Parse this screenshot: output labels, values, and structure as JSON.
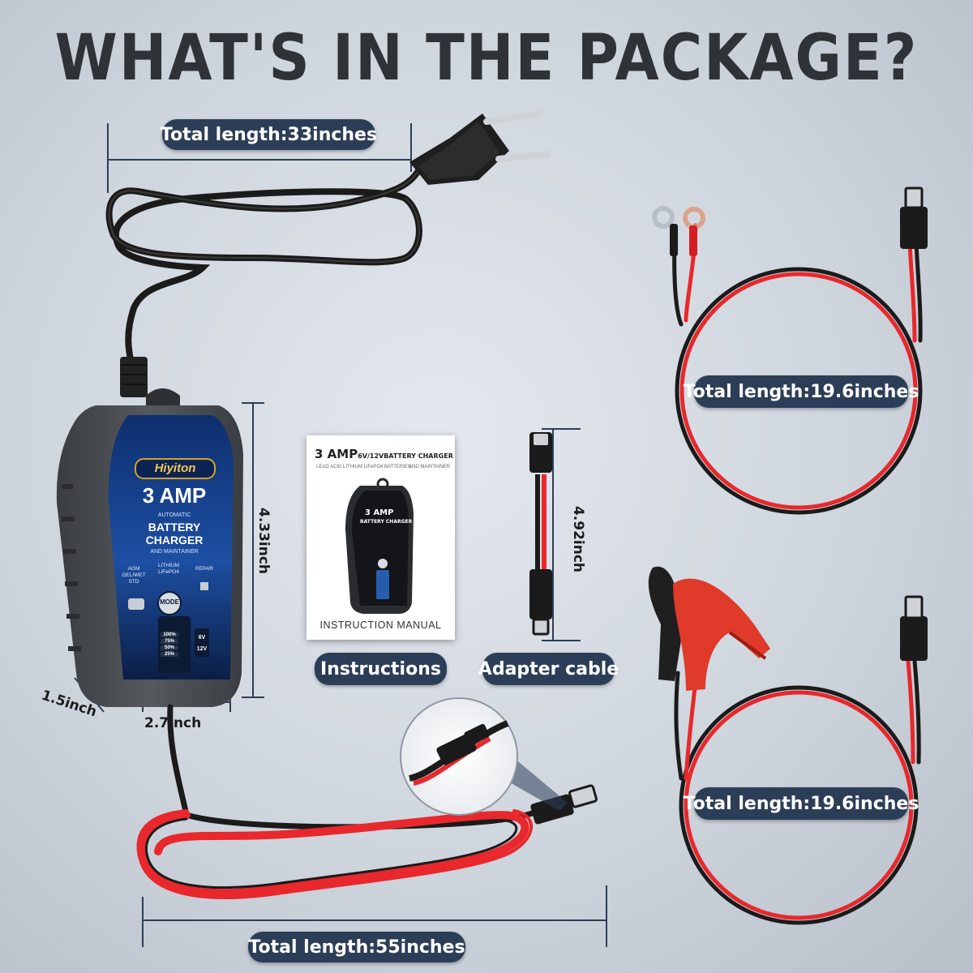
{
  "headline": "WHAT'S IN THE PACKAGE?",
  "labels": {
    "plug_cable_length": "Total length:33inches",
    "output_cable_length": "Total length:55inches",
    "ring_cable_length": "Total length:19.6inches",
    "clamp_cable_length": "Total length:19.6inches",
    "instructions": "Instructions",
    "adapter_cable": "Adapter cable"
  },
  "dimensions": {
    "charger_height": "4.33inch",
    "charger_width": "2.7inch",
    "charger_depth": "1.5inch",
    "adapter_length": "4.92inch"
  },
  "charger_face": {
    "brand": "Hiyiton",
    "amp": "3 AMP",
    "automatic": "AUTOMATIC",
    "line1": "BATTERY",
    "line2": "CHARGER",
    "maintainer": "AND MAINTAINER",
    "mode_std": "AGM\nGEL/WET\nSTD",
    "mode_lithium": "LITHIUM\nLiFePO4",
    "mode_repair": "REPAIR",
    "mode_button": "MODE",
    "levels": [
      "100%",
      "75%",
      "50%",
      "25%"
    ],
    "voltages": [
      "6V",
      "12V"
    ]
  },
  "manual": {
    "title_big": "3 AMP",
    "title_small": "6V/12VBATTERY CHARGER",
    "subtitle_left": "LEAD ACID LITHIUM LiFePO4 BATTERIES",
    "subtitle_right": "AND MAINTAINER",
    "footer": "INSTRUCTION MANUAL"
  },
  "colors": {
    "background": "#cfd5dd",
    "pill": "#2c3e57",
    "headline": "#2f3338",
    "cable_red": "#e8282c",
    "cable_black": "#1b1b1b",
    "charger_body": "#4a4d52",
    "charger_panel": "#123a82"
  }
}
